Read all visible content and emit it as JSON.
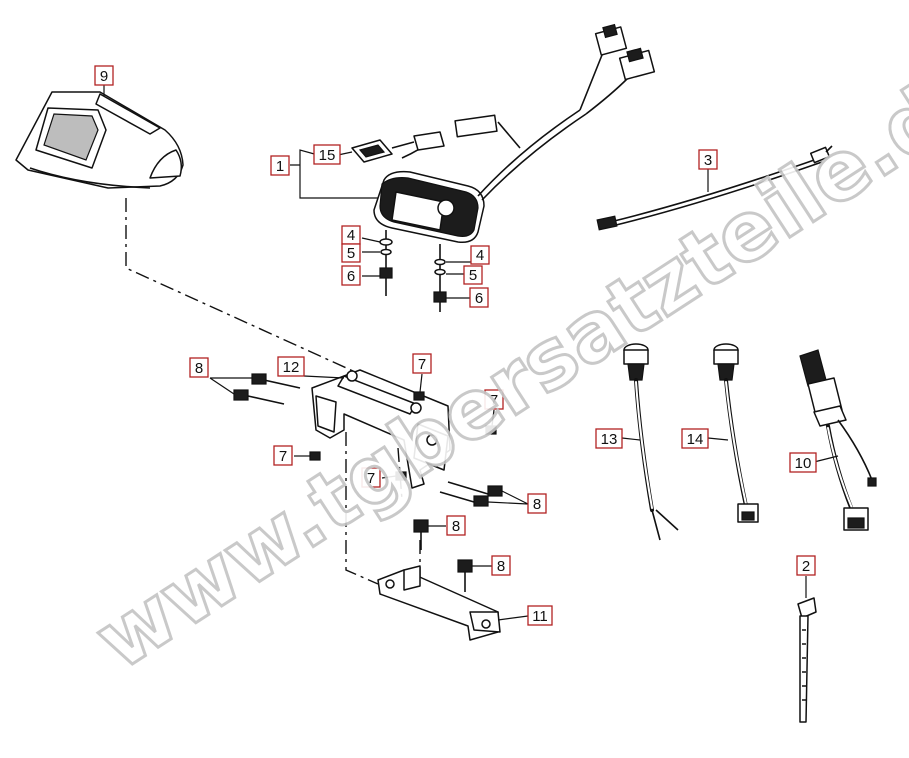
{
  "diagram": {
    "watermark": "www.tgbersatzteile.de",
    "callouts": [
      {
        "id": "c1",
        "label": "1"
      },
      {
        "id": "c2",
        "label": "2"
      },
      {
        "id": "c3",
        "label": "3"
      },
      {
        "id": "c4a",
        "label": "4"
      },
      {
        "id": "c4b",
        "label": "4"
      },
      {
        "id": "c5a",
        "label": "5"
      },
      {
        "id": "c5b",
        "label": "5"
      },
      {
        "id": "c6a",
        "label": "6"
      },
      {
        "id": "c6b",
        "label": "6"
      },
      {
        "id": "c7a",
        "label": "7"
      },
      {
        "id": "c7b",
        "label": "7"
      },
      {
        "id": "c7c",
        "label": "7"
      },
      {
        "id": "c7d",
        "label": "7"
      },
      {
        "id": "c8a",
        "label": "8"
      },
      {
        "id": "c8b",
        "label": "8"
      },
      {
        "id": "c8c",
        "label": "8"
      },
      {
        "id": "c8d",
        "label": "8"
      },
      {
        "id": "c9",
        "label": "9"
      },
      {
        "id": "c10",
        "label": "10"
      },
      {
        "id": "c11",
        "label": "11"
      },
      {
        "id": "c12",
        "label": "12"
      },
      {
        "id": "c13",
        "label": "13"
      },
      {
        "id": "c14",
        "label": "14"
      },
      {
        "id": "c15",
        "label": "15"
      }
    ],
    "colors": {
      "callout_border": "#b22222",
      "line": "#111111",
      "watermark": "#c4c4c4"
    }
  }
}
